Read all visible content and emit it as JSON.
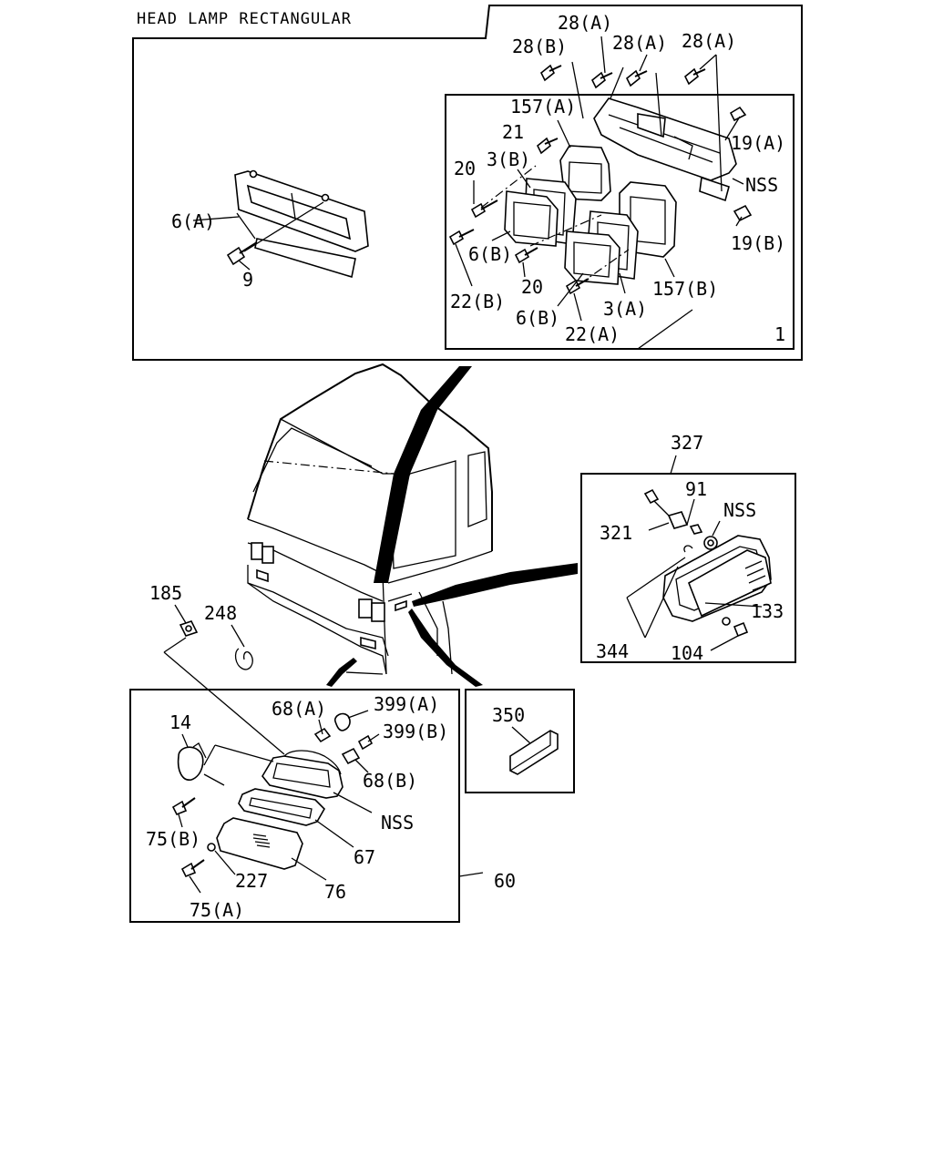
{
  "diagram": {
    "title": "HEAD LAMP RECTANGULAR",
    "labels": {
      "p28a_1": "28(A)",
      "p28b": "28(B)",
      "p28a_2": "28(A)",
      "p28a_3": "28(A)",
      "p157a": "157(A)",
      "p21": "21",
      "p19a": "19(A)",
      "p20_top": "20",
      "p3b": "3(B)",
      "pnss_top": "NSS",
      "p6a": "6(A)",
      "p19b": "19(B)",
      "p6b_top": "6(B)",
      "p9": "9",
      "p20_mid": "20",
      "p157b": "157(B)",
      "p22b": "22(B)",
      "p3a": "3(A)",
      "p6b_bot": "6(B)",
      "p22a": "22(A)",
      "p1": "1",
      "p327": "327",
      "p91": "91",
      "pnss_side": "NSS",
      "p321": "321",
      "p133": "133",
      "p344": "344",
      "p104": "104",
      "p185": "185",
      "p248": "248",
      "p68a": "68(A)",
      "p399a": "399(A)",
      "p14": "14",
      "p399b": "399(B)",
      "p350": "350",
      "p68b": "68(B)",
      "pnss_bot": "NSS",
      "p75b": "75(B)",
      "p67": "67",
      "p227": "227",
      "p60": "60",
      "p76": "76",
      "p75a": "75(A)"
    }
  }
}
